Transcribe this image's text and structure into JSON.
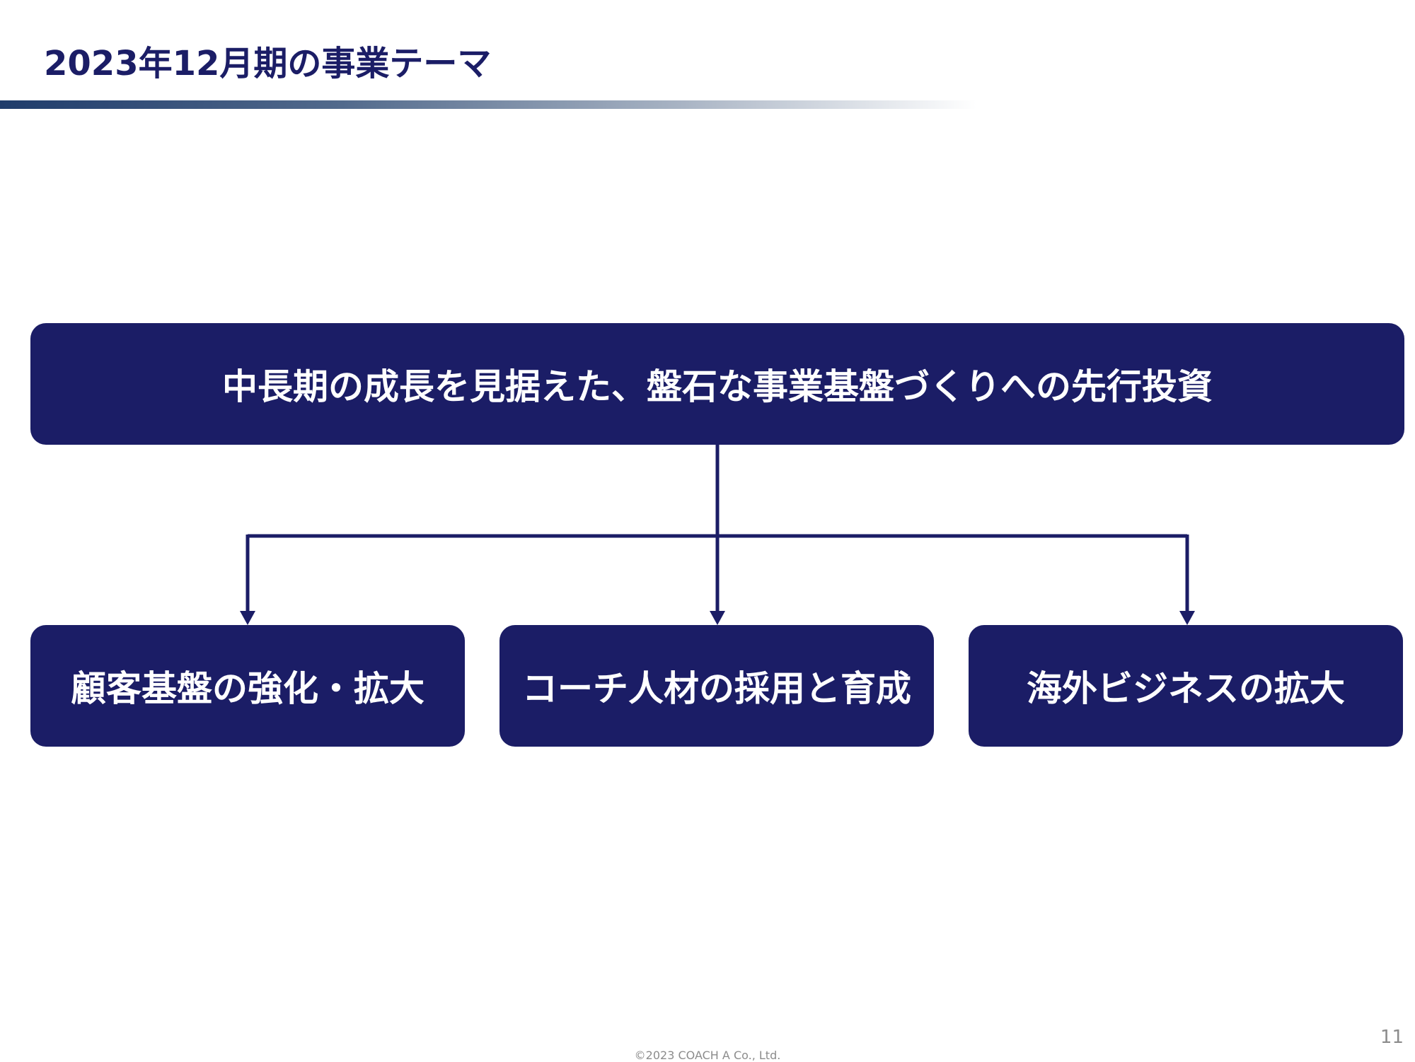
{
  "slide": {
    "title": "2023年12月期の事業テーマ",
    "page_number": "11",
    "copyright": "©2023  COACH A Co., Ltd."
  },
  "diagram": {
    "top": {
      "label": "中長期の成長を見据えた、盤石な事業基盤づくりへの先行投資"
    },
    "children": [
      {
        "label": "顧客基盤の強化・拡大"
      },
      {
        "label": "コーチ人材の採用と育成"
      },
      {
        "label": "海外ビジネスの拡大"
      }
    ]
  },
  "colors": {
    "title": "#1b1d66",
    "box_fill": "#1b1d66",
    "box_text": "#ffffff",
    "connector": "#1b1d66",
    "footer_text": "#8c8c8c"
  }
}
